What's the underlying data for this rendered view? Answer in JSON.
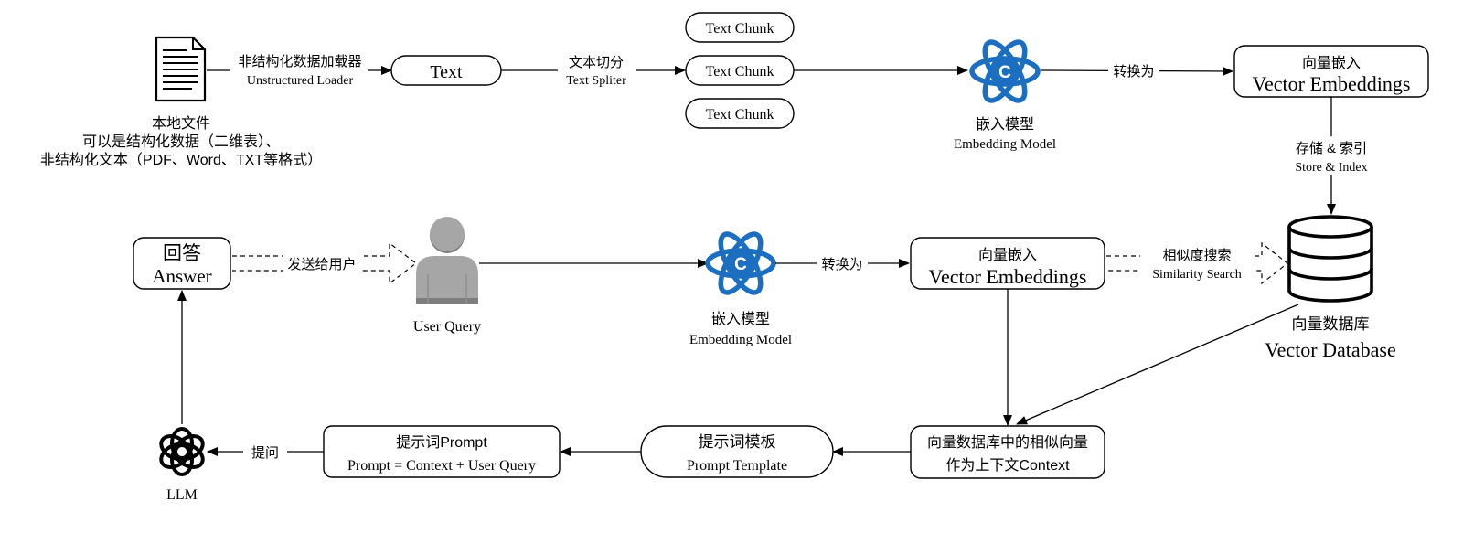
{
  "colors": {
    "accent": "#1c6fc0",
    "person": "#a6a6a6",
    "person_dark": "#7d7d7d",
    "stroke": "#000000"
  },
  "icons": {
    "document": "document-icon",
    "embedding_model": "atom-icon",
    "user": "user-icon",
    "database": "database-icon",
    "llm": "openai-logo-icon"
  },
  "nodes": {
    "local_file": {
      "title": "本地文件",
      "line1": "可以是结构化数据（二维表）、",
      "line2": "非结构化文本（PDF、Word、TXT等格式）"
    },
    "loader": {
      "zh": "非结构化数据加载器",
      "en": "Unstructured Loader"
    },
    "text": {
      "label": "Text"
    },
    "splitter": {
      "zh": "文本切分",
      "en": "Text Spliter"
    },
    "chunks": [
      "Text Chunk",
      "Text Chunk",
      "Text Chunk"
    ],
    "embed_model_top": {
      "zh": "嵌入模型",
      "en": "Embedding Model"
    },
    "convert_top": {
      "label": "转换为"
    },
    "vector_embed_top": {
      "zh": "向量嵌入",
      "en": "Vector Embeddings"
    },
    "store_index": {
      "zh": "存储 & 索引",
      "en": "Store & Index"
    },
    "vector_db": {
      "zh": "向量数据库",
      "en": "Vector Database"
    },
    "answer": {
      "zh": "回答",
      "en": "Answer"
    },
    "send_user": {
      "label": "发送给用户"
    },
    "user_query": {
      "label": "User Query"
    },
    "embed_model_mid": {
      "zh": "嵌入模型",
      "en": "Embedding Model"
    },
    "convert_mid": {
      "label": "转换为"
    },
    "vector_embed_mid": {
      "zh": "向量嵌入",
      "en": "Vector Embeddings"
    },
    "similarity": {
      "zh": "相似度搜索",
      "en": "Similarity Search"
    },
    "context": {
      "line1": "向量数据库中的相似向量",
      "line2": "作为上下文Context"
    },
    "template": {
      "zh": "提示词模板",
      "en": "Prompt Template"
    },
    "prompt": {
      "zh": "提示词Prompt",
      "en": "Prompt = Context + User Query"
    },
    "ask": {
      "label": "提问"
    },
    "llm": {
      "label": "LLM"
    }
  }
}
